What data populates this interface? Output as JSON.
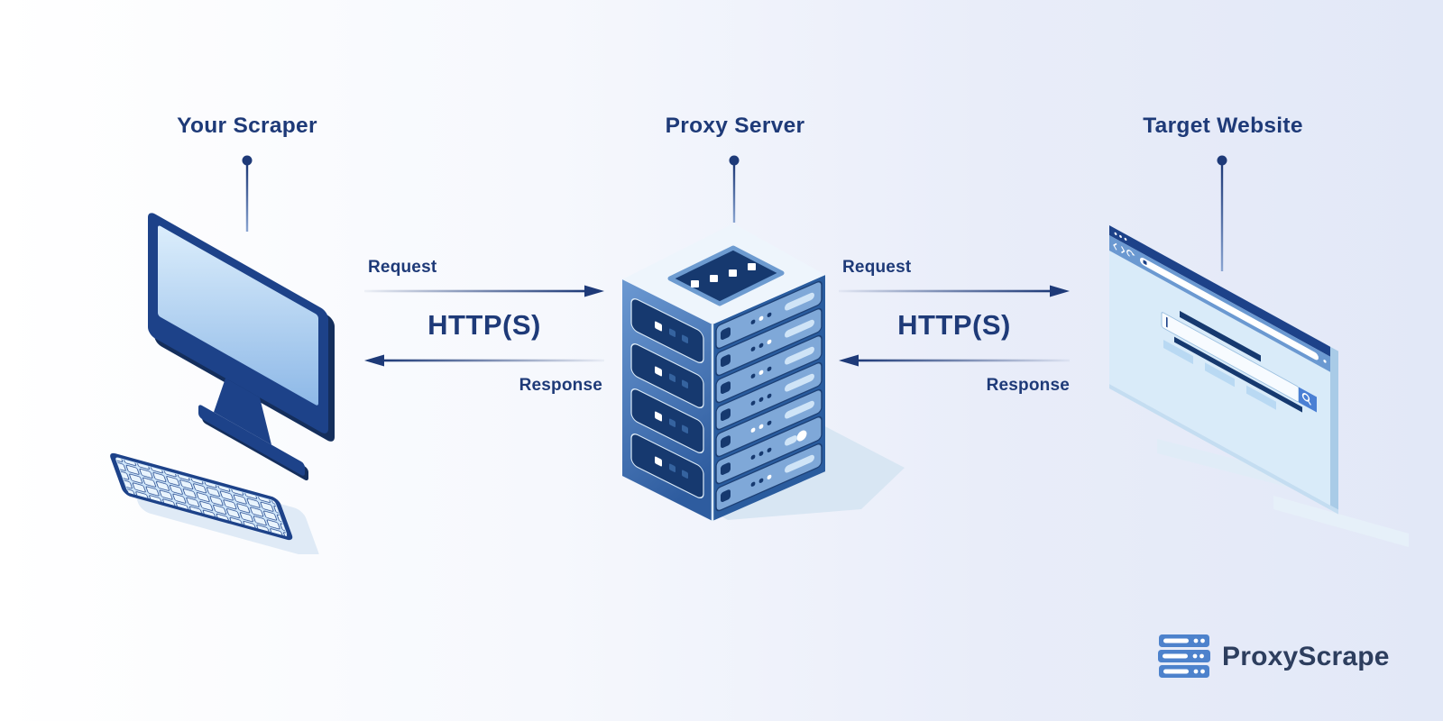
{
  "diagram": {
    "nodes": [
      {
        "label": "Your Scraper"
      },
      {
        "label": "Proxy Server"
      },
      {
        "label": "Target Website"
      }
    ],
    "links": [
      {
        "request_label": "Request",
        "protocol_label": "HTTP(S)",
        "response_label": "Response"
      },
      {
        "request_label": "Request",
        "protocol_label": "HTTP(S)",
        "response_label": "Response"
      }
    ]
  },
  "branding": {
    "logo_text": "ProxyScrape"
  },
  "colors": {
    "navy_text": "#1e3a78",
    "arrow": "#1e3a78",
    "illustration_dark_blue": "#1d4289",
    "illustration_panel_navy": "#16396f",
    "illustration_mid_blue": "#7fa8d8",
    "illustration_light_blue": "#d9ebf9",
    "logo_icon_blue": "#4d82cc",
    "logo_text_color": "#2d3e5e",
    "background_right": "#e2e8f7",
    "shadow_blue": "#dce9f6"
  }
}
